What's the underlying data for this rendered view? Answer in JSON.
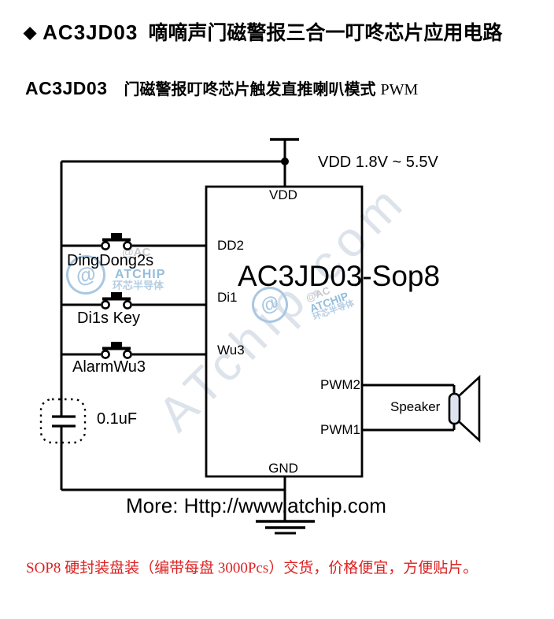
{
  "header": {
    "bullet": "◆",
    "part_number": "AC3JD03",
    "title_cn": "嘀嘀声门磁警报三合一叮咚芯片应用电路",
    "subtitle_part": "AC3JD03",
    "subtitle_cn": "门磁警报叮咚芯片触发直推喇叭模式",
    "subtitle_suffix": "PWM"
  },
  "circuit": {
    "power_label": "VDD  1.8V ~ 5.5V",
    "chip": {
      "name": "AC3JD03-Sop8",
      "pins": {
        "vdd": "VDD",
        "dd2": "DD2",
        "di1": "Di1",
        "wu3": "Wu3",
        "pwm2": "PWM2",
        "pwm1": "PWM1",
        "gnd": "GND"
      }
    },
    "buttons": [
      {
        "label": "DingDong2s"
      },
      {
        "label": "Di1s Key"
      },
      {
        "label": "AlarmWu3"
      }
    ],
    "capacitor_value": "0.1uF",
    "speaker_label": "Speaker",
    "more_link": "More: Http://www.atchip.com"
  },
  "watermark": {
    "brand_text": "ATchip.com",
    "logo_at": "@",
    "logo_tag": "@AC",
    "logo_name": "ATCHIP",
    "logo_cn": "环芯半导体"
  },
  "footer": {
    "note": "SOP8 硬封装盘装（编带每盘 3000Pcs）交货，价格便宜，方便贴片。"
  },
  "colors": {
    "note_red": "#dd2222",
    "watermark_blue": "#a9c7e2",
    "watermark_gray": "#dde3ea",
    "speaker_coil_fill": "#dfe2ef",
    "line_black": "#000000"
  }
}
